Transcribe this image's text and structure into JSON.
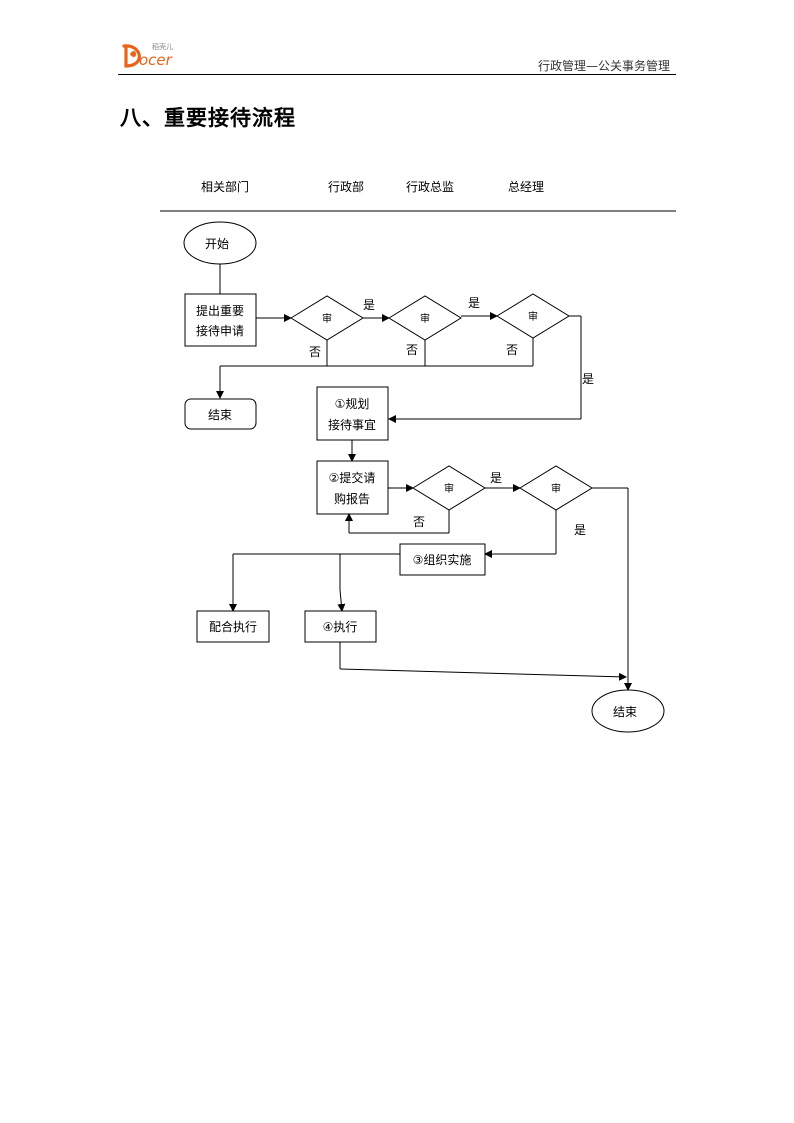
{
  "header": {
    "logo_text": "Docer",
    "logo_sub": "稻壳儿",
    "title": "行政管理—公关事务管理"
  },
  "section": {
    "title": "八、重要接待流程"
  },
  "columns": [
    "相关部门",
    "行政部",
    "行政总监",
    "总经理"
  ],
  "flow": {
    "start": "开始",
    "request_line1": "提出重要",
    "request_line2": "接待申请",
    "decision": "审",
    "yes": "是",
    "no": "否",
    "end": "结束",
    "plan_line1": "①规划",
    "plan_line2": "接待事宜",
    "submit_line1": "②提交请",
    "submit_line2": "购报告",
    "organize": "③组织实施",
    "cooperate": "配合执行",
    "execute": "④执行"
  }
}
